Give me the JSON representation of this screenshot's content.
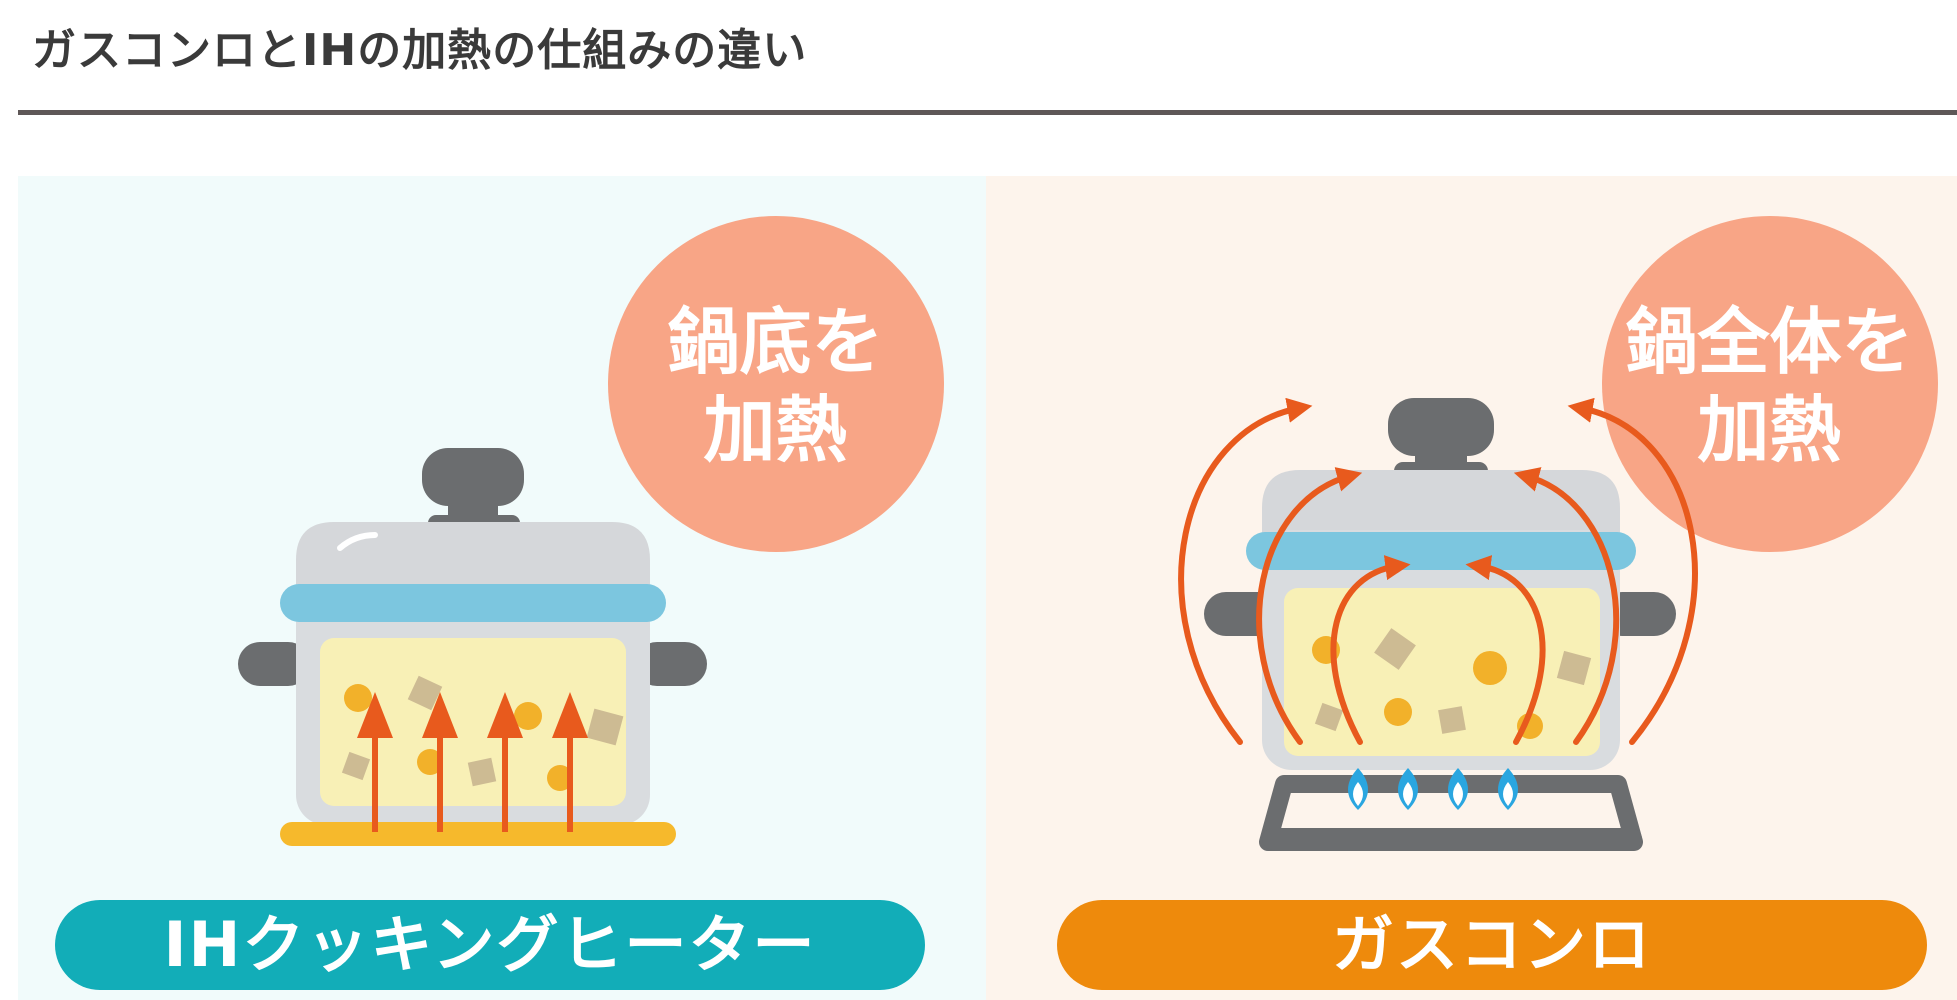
{
  "title": "ガスコンロとIHの加熱の仕組みの違い",
  "ih": {
    "bubble_line1": "鍋底を",
    "bubble_line2": "加熱",
    "label": "IHクッキングヒーター"
  },
  "gas": {
    "bubble_line1": "鍋全体を",
    "bubble_line2": "加熱",
    "label": "ガスコンロ"
  },
  "colors": {
    "ih_panel_bg": "#f1fbfb",
    "gas_panel_bg": "#fdf4ec",
    "bubble": "#f8a586",
    "ih_label_bg": "#12adb8",
    "gas_label_bg": "#ee8a0c",
    "arrow": "#e85a1d",
    "flame": "#2aa6e0",
    "heater_plate": "#f6b92c",
    "pot_body": "#d9dcdf",
    "pot_band": "#7cc6df",
    "soup": "#f8f0b6",
    "handle": "#6b6d6f"
  }
}
